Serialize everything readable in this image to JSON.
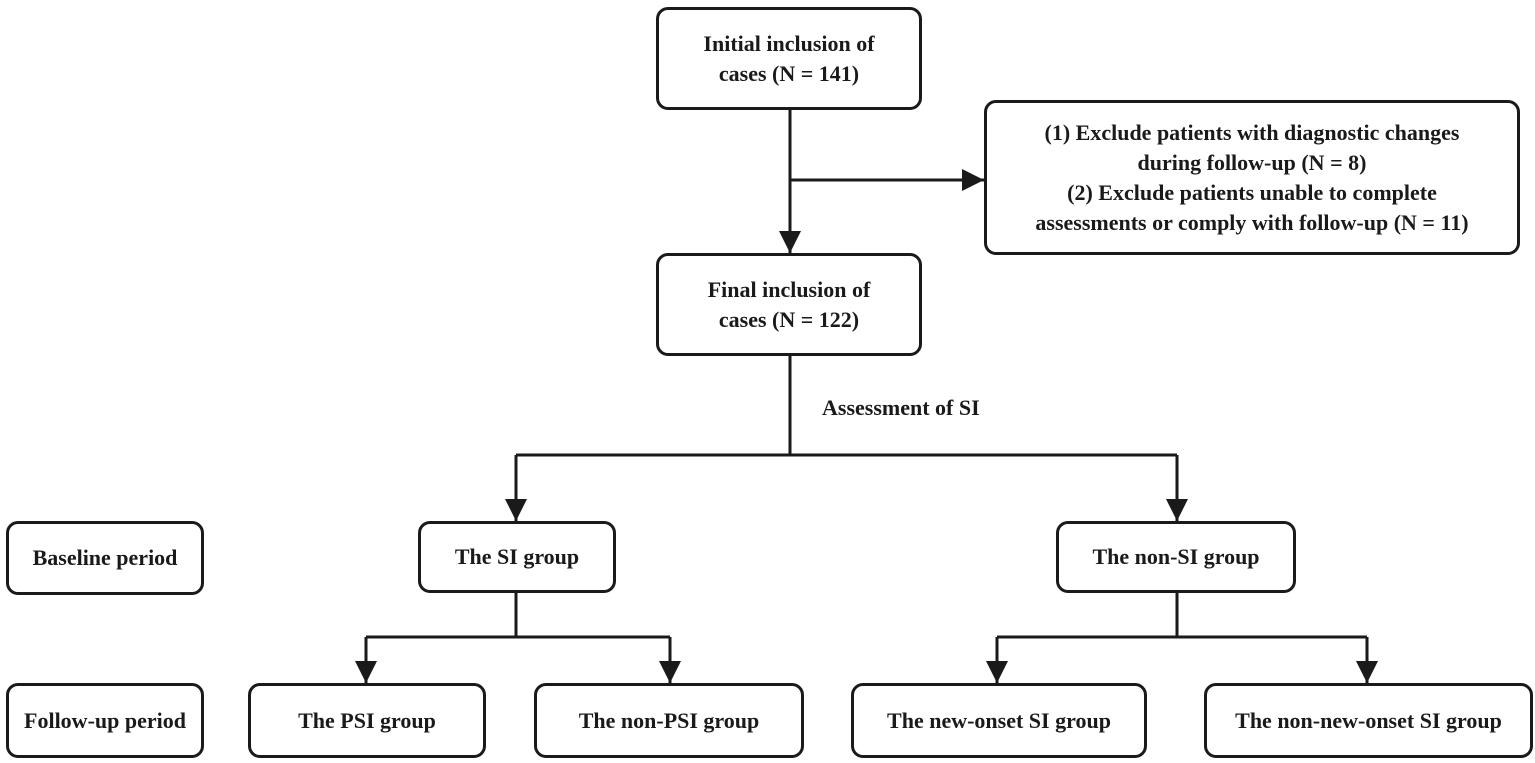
{
  "initial_inclusion": {
    "lines": [
      "Initial inclusion of",
      "cases (N = 141)"
    ]
  },
  "exclusion_criteria": {
    "lines": [
      "(1) Exclude patients with diagnostic changes",
      "during follow-up (N = 8)",
      "(2) Exclude patients unable to complete",
      "assessments or comply with follow-up (N = 11)"
    ]
  },
  "final_inclusion": {
    "lines": [
      "Final inclusion of",
      "cases (N = 122)"
    ]
  },
  "assessment_label": "Assessment of SI",
  "periods": {
    "baseline": "Baseline period",
    "follow_up": "Follow-up period"
  },
  "baseline_groups": {
    "si": "The SI group",
    "non_si": "The non-SI group"
  },
  "follow_up_groups": {
    "psi": "The PSI group",
    "non_psi": "The non-PSI group",
    "new_onset_si": "The new-onset SI group",
    "non_new_onset_si": "The non-new-onset SI group"
  },
  "colors": {
    "line": "#1a1a1a",
    "box_border": "#1a1a1a",
    "background": "#ffffff"
  }
}
